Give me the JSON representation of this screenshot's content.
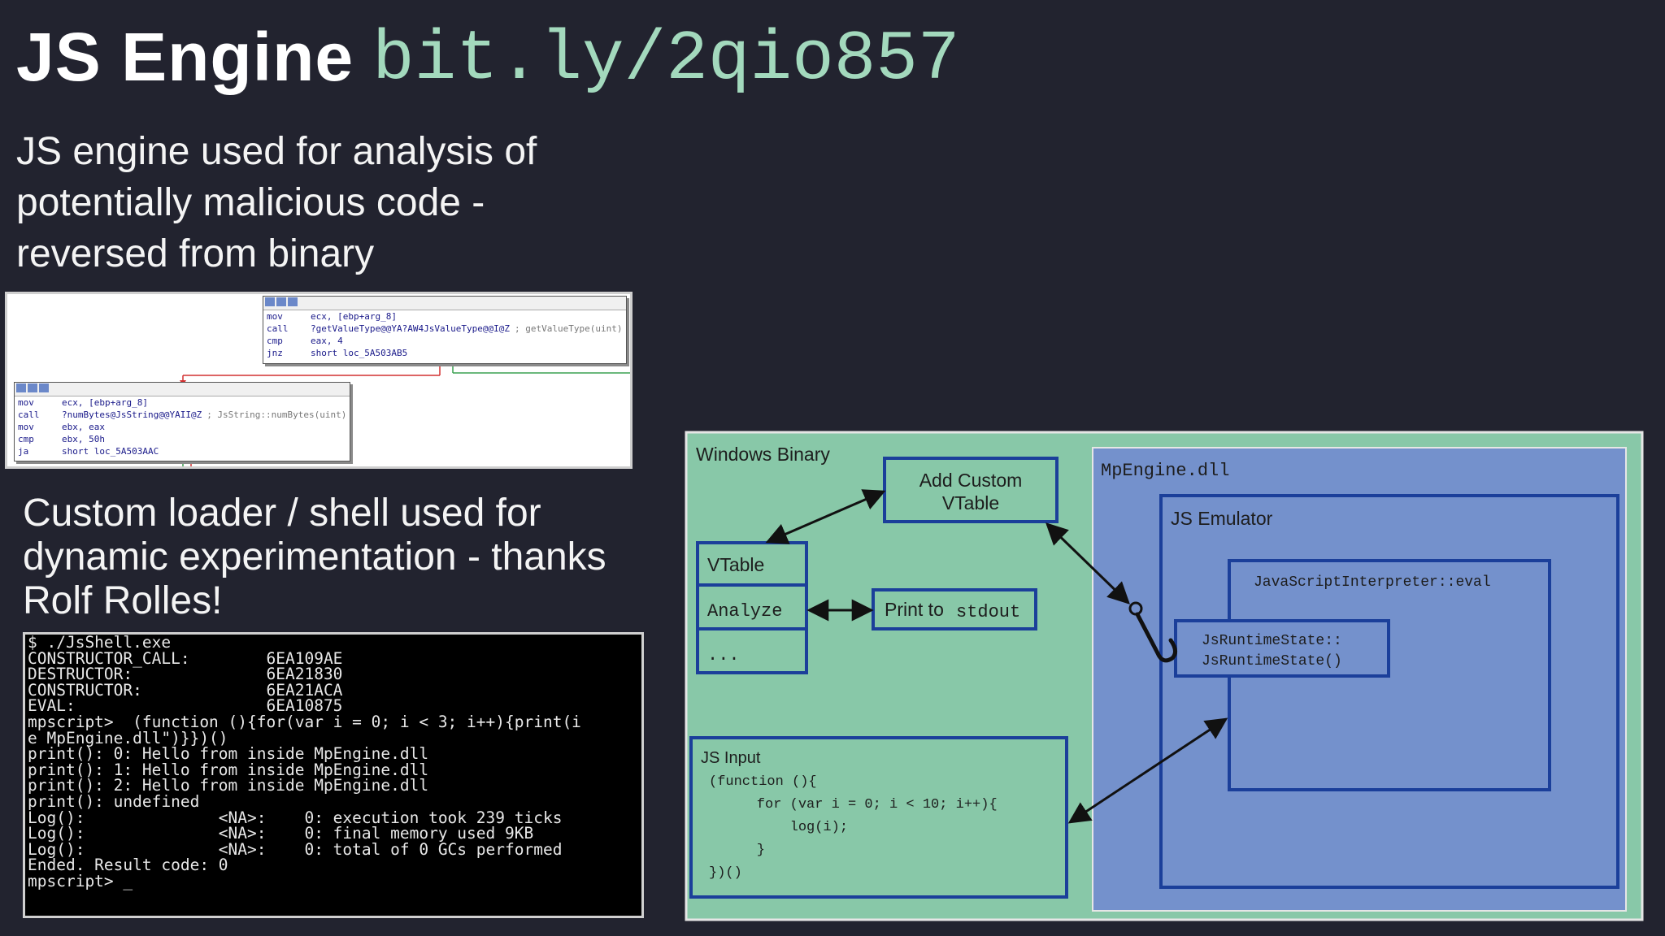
{
  "slide": {
    "title": "JS Engine",
    "url": "bit.ly/2qio857",
    "para1_lines": [
      "JS engine used for analysis of",
      "potentially malicious code -",
      "reversed from binary"
    ],
    "para2_lines": [
      "Custom loader / shell used for",
      "dynamic experimentation - thanks",
      "Rolf Rolles!"
    ]
  },
  "disassembly": {
    "block_top": [
      {
        "op": "mov",
        "arg": "ecx, [ebp+arg_8]",
        "comment": ""
      },
      {
        "op": "call",
        "arg": "?getValueType@@YA?AW4JsValueType@@I@Z",
        "comment": "; getValueType(uint)"
      },
      {
        "op": "cmp",
        "arg": "eax, 4",
        "comment": ""
      },
      {
        "op": "jnz",
        "arg": "short loc_5A503AB5",
        "comment": ""
      }
    ],
    "block_bottom": [
      {
        "op": "mov",
        "arg": "ecx, [ebp+arg_8]",
        "comment": ""
      },
      {
        "op": "call",
        "arg": "?numBytes@JsString@@YAII@Z",
        "comment": "; JsString::numBytes(uint)"
      },
      {
        "op": "mov",
        "arg": "ebx, eax",
        "comment": ""
      },
      {
        "op": "cmp",
        "arg": "ebx, 50h",
        "comment": ""
      },
      {
        "op": "ja",
        "arg": "short loc_5A503AAC",
        "comment": ""
      }
    ]
  },
  "console": {
    "lines": [
      "$ ./JsShell.exe",
      "CONSTRUCTOR_CALL:        6EA109AE",
      "DESTRUCTOR:              6EA21830",
      "CONSTRUCTOR:             6EA21ACA",
      "EVAL:                    6EA10875",
      "",
      "mpscript>  (function (){for(var i = 0; i < 3; i++){print(i",
      "e MpEngine.dll\")}})()",
      "print(): 0: Hello from inside MpEngine.dll",
      "print(): 1: Hello from inside MpEngine.dll",
      "print(): 2: Hello from inside MpEngine.dll",
      "print(): undefined",
      "Log():              <NA>:    0: execution took 239 ticks",
      "Log():              <NA>:    0: final memory used 9KB",
      "Log():              <NA>:    0: total of 0 GCs performed",
      "",
      "Ended. Result code: 0",
      "mpscript> _"
    ]
  },
  "diagram": {
    "windows_binary_label": "Windows Binary",
    "add_custom_vtable_line1": "Add Custom",
    "add_custom_vtable_line2": "VTable",
    "vtable_label": "VTable",
    "analyze_label": "Analyze",
    "ellipsis_label": "...",
    "print_to_label": "Print to",
    "stdout_label": "stdout",
    "mpengine_label": "MpEngine.dll",
    "js_emulator_label": "JS Emulator",
    "interpreter_label": "JavaScriptInterpreter::eval",
    "runtime_line1": "JsRuntimeState::",
    "runtime_line2": "JsRuntimeState()",
    "js_input_label": "JS Input",
    "code_lines": [
      "(function (){",
      "    for (var i = 0; i < 10; i++){",
      "        log(i);",
      "    }",
      "})()"
    ],
    "colors": {
      "green_bg": "#88c8a8",
      "blue_bg": "#7491cc",
      "box_border": "#1b3f9a",
      "text": "#1d1d1d"
    }
  }
}
